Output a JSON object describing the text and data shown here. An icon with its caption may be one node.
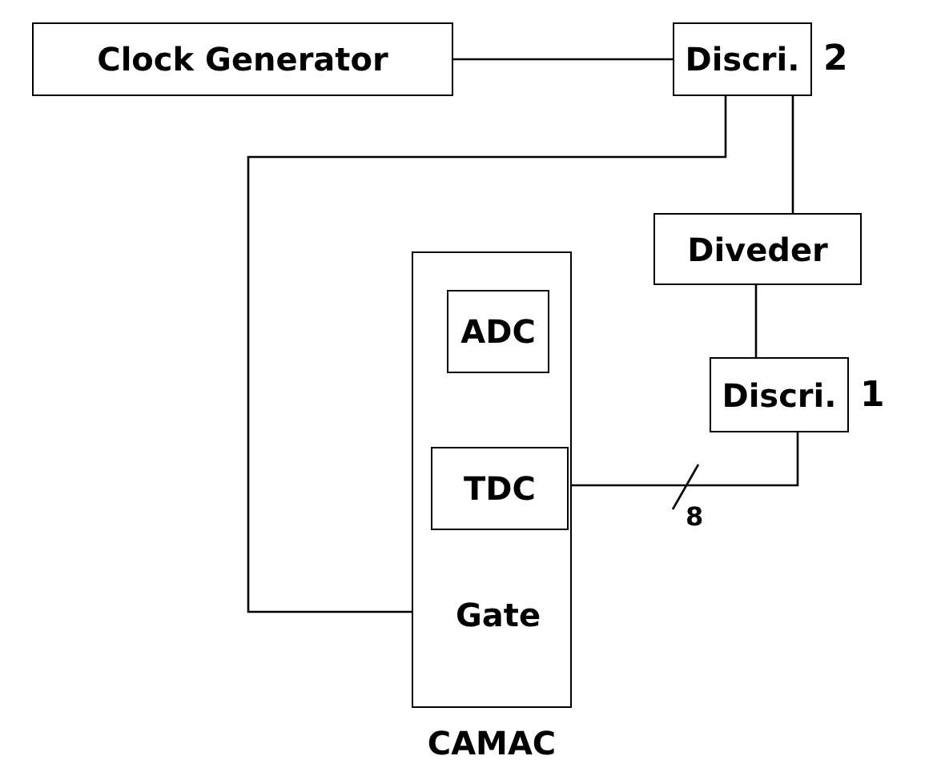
{
  "diagram": {
    "nodes": [
      {
        "text": [
          "Clock Generator"
        ]
      },
      {
        "text": [
          "Discri."
        ],
        "beside": [
          "2"
        ]
      },
      {
        "text": [
          "Diveder"
        ]
      },
      {
        "text": [
          "CAMAC"
        ]
      },
      {
        "text": [
          "ADC"
        ],
        "in": 3
      },
      {
        "text": [
          "Discri."
        ],
        "beside": [
          "1"
        ]
      },
      {
        "text": [
          "TDC"
        ],
        "in": 3
      },
      {
        "text": [
          "Gate"
        ],
        "in": 3
      }
    ],
    "edges": [
      {
        "from": 0,
        "to": 1,
        "arrow": "none"
      },
      {
        "from": 1,
        "to": 2,
        "arrow": "none"
      },
      {
        "from": 1,
        "to": 7,
        "arrow": "none"
      },
      {
        "from": 2,
        "to": 5,
        "arrow": "none"
      },
      {
        "from": 5,
        "to": 6,
        "arrow": "none",
        "label": "8"
      }
    ]
  }
}
